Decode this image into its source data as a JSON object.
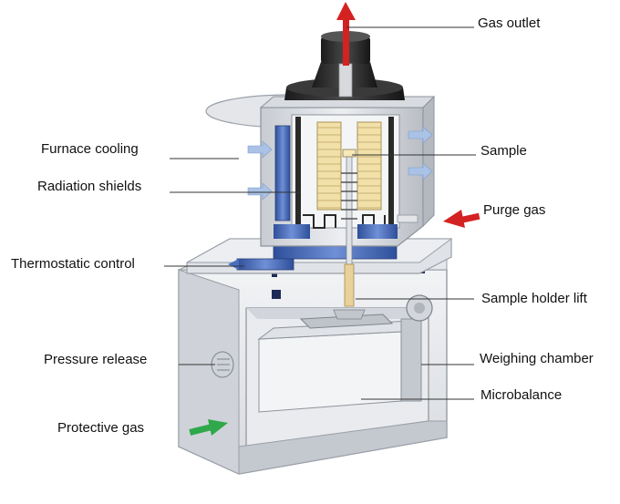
{
  "labels": {
    "gas_outlet": "Gas outlet",
    "furnace_cooling": "Furnace cooling",
    "sample": "Sample",
    "radiation_shields": "Radiation shields",
    "purge_gas": "Purge gas",
    "thermostatic_control": "Thermostatic control",
    "sample_holder_lift": "Sample holder lift",
    "pressure_release": "Pressure release",
    "weighing_chamber": "Weighing chamber",
    "microbalance": "Microbalance",
    "protective_gas": "Protective gas"
  },
  "colors": {
    "gas_arrow": "#d42222",
    "protective_arrow": "#2fa84a",
    "cooling_blue": "#4a6fbf",
    "sample_fill": "#f0dea0"
  }
}
